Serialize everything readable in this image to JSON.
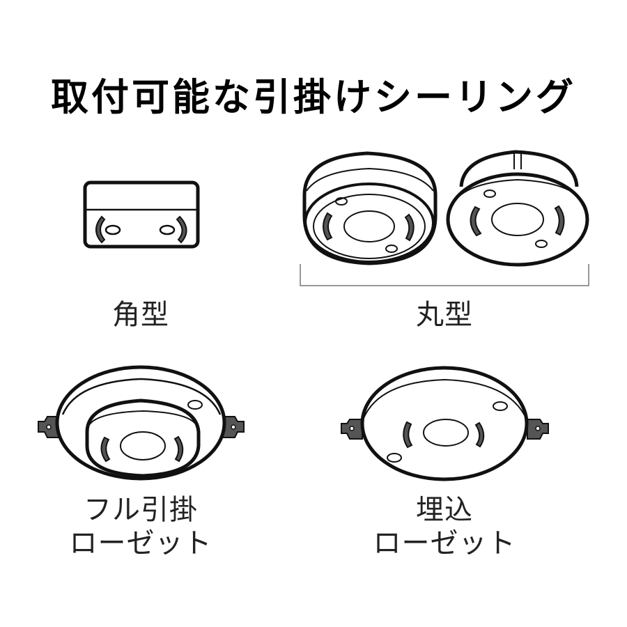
{
  "title": "取付可能な引掛けシーリング",
  "colors": {
    "stroke": "#111111",
    "hook_fill": "#555555",
    "background": "#ffffff",
    "bracket_line": "#777777"
  },
  "items": [
    {
      "id": "kakugata",
      "label_lines": [
        "角型"
      ],
      "icon": "square-ceiling-socket-icon"
    },
    {
      "id": "marugata",
      "label_lines": [
        "丸型"
      ],
      "icon": "round-ceiling-socket-icon",
      "variants": 2
    },
    {
      "id": "full-hikkake",
      "label_lines": [
        "フル引掛",
        "ローゼット"
      ],
      "icon": "full-hook-rosette-icon"
    },
    {
      "id": "umekomi",
      "label_lines": [
        "埋込",
        "ローゼット"
      ],
      "icon": "embedded-rosette-icon"
    }
  ]
}
